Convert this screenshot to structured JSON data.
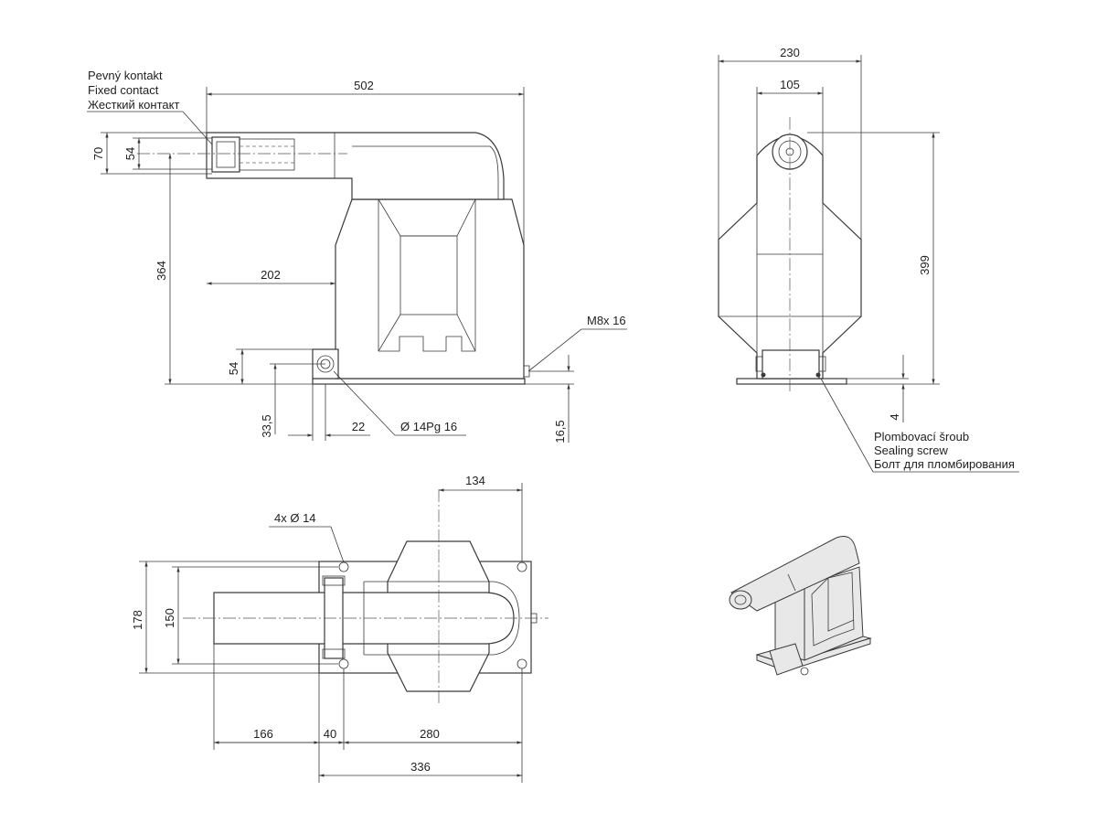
{
  "labels": {
    "contact_cz": "Pevný kontakt",
    "contact_en": "Fixed contact",
    "contact_ru": "Жесткий контакт",
    "seal_cz": "Plombovací šroub",
    "seal_en": "Sealing screw",
    "seal_ru": "Болт для пломбирования",
    "m8": "M8x 16",
    "pg": "Ø 14Pg 16",
    "holes": "4x  Ø 14"
  },
  "dims": {
    "d502": "502",
    "d70": "70",
    "d54a": "54",
    "d364": "364",
    "d202": "202",
    "d54b": "54",
    "d335": "33,5",
    "d22": "22",
    "d165": "16,5",
    "d230": "230",
    "d105": "105",
    "d399": "399",
    "d4": "4",
    "d134": "134",
    "d178": "178",
    "d150": "150",
    "d166": "166",
    "d40": "40",
    "d280": "280",
    "d336": "336"
  }
}
